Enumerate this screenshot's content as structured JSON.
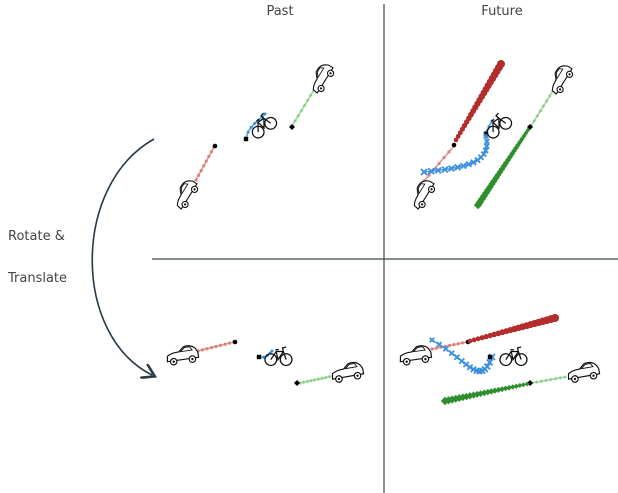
{
  "headers": {
    "past": "Past",
    "future": "Future"
  },
  "side": {
    "line1": "Rotate &",
    "line2": "Translate"
  },
  "colors": {
    "car_red_past": "#d9837b",
    "car_red_future": "#b22d2b",
    "bike_blue": "#3b8fe0",
    "car_green_past": "#8ccf8a",
    "car_green_future": "#2f8f2f",
    "grid": "#3a4a4a",
    "arrow": "#2a3a44"
  },
  "icons": [
    "car-icon",
    "bicycle-icon",
    "car-icon"
  ]
}
